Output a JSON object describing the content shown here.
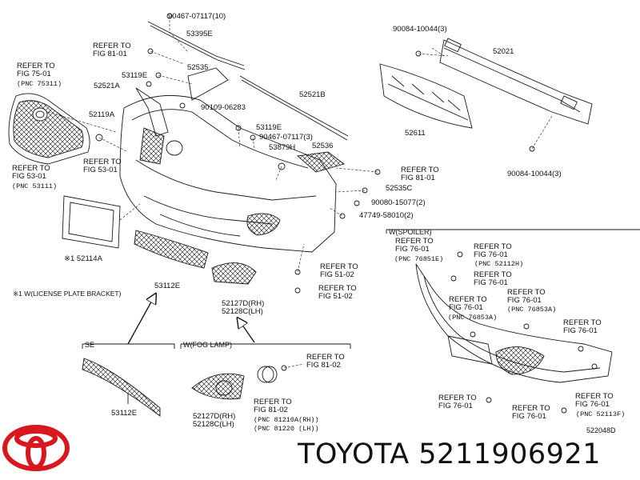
{
  "labels": {
    "p90467a": "90467-07117(10)",
    "p53395e": "53395E",
    "p52535": "52535",
    "refer_fig81_top": "REFER TO\nFIG 81-01",
    "p53119e_a": "53119E",
    "p52521a": "52521A",
    "p90109": "90109-06283",
    "refer_fig75": "REFER TO\nFIG 75-01",
    "pnc75311": "(PNC 75311)",
    "p52119a": "52119A",
    "p52521b": "52521B",
    "p53119e_b": "53119E",
    "p90467b": "90467-07117(3)",
    "p53879h": "53879H",
    "p52536": "52536",
    "refer_fig53_left": "REFER TO\nFIG 53-01",
    "pnc53111": "(PNC 53111)",
    "refer_fig53_mid": "REFER TO\nFIG 53-01",
    "p90084a": "90084-10044(3)",
    "p52021": "52021",
    "p52611": "52611",
    "p90084b": "90084-10044(3)",
    "refer_fig81_right": "REFER TO\nFIG 81-01",
    "p52535c": "52535C",
    "p90080": "90080-15077(2)",
    "p47749": "47749-58010(2)",
    "p52114a": "※1 52114A",
    "license_note": "※1 W(LICENSE PLATE BRACKET)",
    "p53112e_main": "53112E",
    "p52127d_main": "52127D(RH)\n52128C(LH)",
    "refer_fig51_a": "REFER TO\nFIG 51-02",
    "refer_fig51_b": "REFER TO\nFIG 51-02",
    "section_spoiler": "W(SPOILER)",
    "sp_refer_76851": "REFER TO\nFIG 76-01",
    "pnc76851e": "(PNC 76851E)",
    "sp_refer_52112": "REFER TO\nFIG 76-01",
    "pnc52112h": "(PNC 52112H)",
    "sp_refer_c": "REFER TO\nFIG 76-01",
    "sp_refer_76853a_left": "REFER TO\nFIG 76-01",
    "pnc76853a_left": "(PNC 76853A)",
    "sp_refer_76853a_right": "REFER TO\nFIG 76-01",
    "pnc76853a_right": "(PNC 76853A)",
    "sp_refer_right": "REFER TO\nFIG 76-01",
    "sp_refer_bl": "REFER TO\nFIG 76-01",
    "sp_refer_bm": "REFER TO\nFIG 76-01",
    "sp_refer_br": "REFER TO\nFIG 76-01",
    "pnc52113f": "(PNC 52113F)",
    "section_se": "SE",
    "p53112e_se": "53112E",
    "section_fog": "W(FOG LAMP)",
    "fog_refer_top": "REFER TO\nFIG 81-02",
    "fog_p52127d": "52127D(RH)\n52128C(LH)",
    "fog_refer_bottom": "REFER TO\nFIG 81-02",
    "pnc81210a": "(PNC 81210A(RH))",
    "pnc81220": "(PNC 81220 (LH))",
    "diagram_code": "522048D"
  },
  "brand": {
    "name": "TOYOTA",
    "part_number": "5211906921",
    "logo_color": "#d7191f"
  },
  "colors": {
    "line": "#1a1a1a",
    "logo": "#d7191f"
  }
}
